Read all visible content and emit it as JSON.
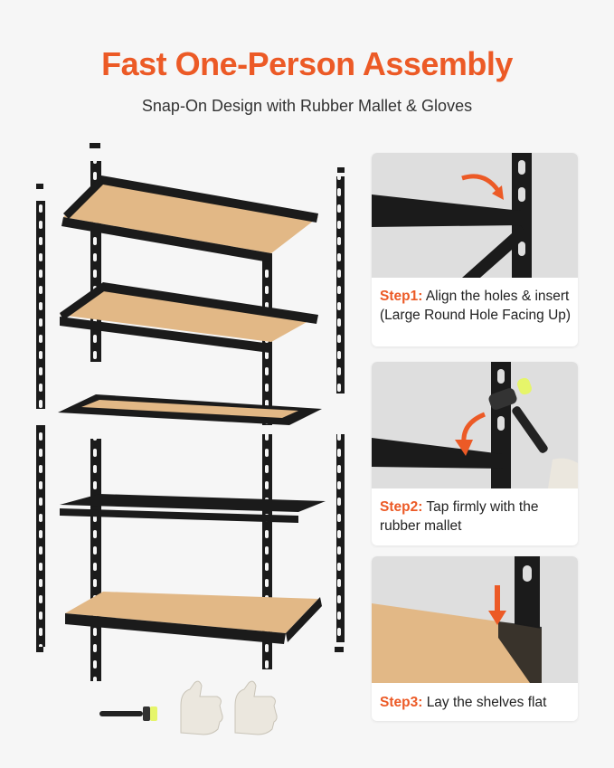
{
  "header": {
    "title": "Fast One-Person Assembly",
    "subtitle": "Snap-On Design with Rubber Mallet & Gloves"
  },
  "steps": [
    {
      "label": "Step1:",
      "text": "Align the holes & insert (Large Round Hole Facing Up)"
    },
    {
      "label": "Step2:",
      "text": "Tap firmly with the rubber mallet"
    },
    {
      "label": "Step3:",
      "text": "Lay the shelves flat"
    }
  ],
  "colors": {
    "accent": "#ec5a26",
    "steel": "#1b1b1b",
    "board": "#e2b886",
    "background": "#f6f6f6"
  }
}
